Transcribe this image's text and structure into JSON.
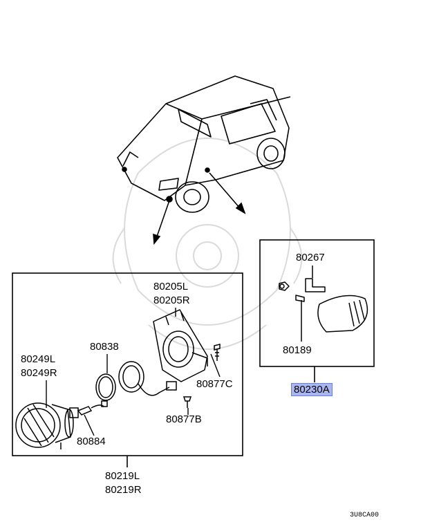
{
  "labels": {
    "p80205L": "80205L",
    "p80205R": "80205R",
    "p80838": "80838",
    "p80249L": "80249L",
    "p80249R": "80249R",
    "p80877C": "80877C",
    "p80877B": "80877B",
    "p80884": "80884",
    "p80219L": "80219L",
    "p80219R": "80219R",
    "p80267": "80267",
    "p80189": "80189",
    "p80230A": "80230A",
    "diagram_code": "3U8CA00"
  },
  "colors": {
    "line": "#000000",
    "highlight": "#a9b6f2",
    "watermark": "#d9d9d9"
  }
}
